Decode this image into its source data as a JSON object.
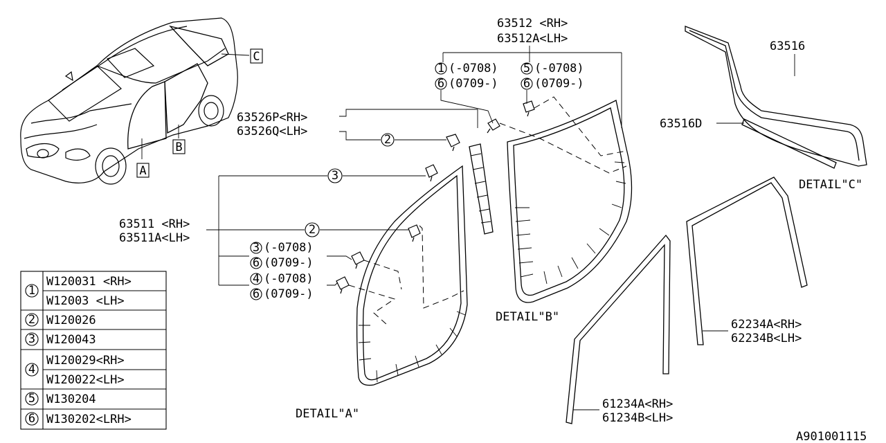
{
  "overview": {
    "markers": [
      "A",
      "B",
      "C"
    ]
  },
  "detail_b": {
    "part_line1": "63512 <RH>",
    "part_line2": "63512A<LH>",
    "clip_1_code": "1",
    "clip_1_range": "(-0708)",
    "clip_5_code": "5",
    "clip_5_range": "(-0708)",
    "clip_6a_code": "6",
    "clip_6a_range": "(0709-)",
    "clip_6b_code": "6",
    "clip_6b_range": "(0709-)",
    "caption": "DETAIL\"B\""
  },
  "pillar": {
    "part_line1": "63526P<RH>",
    "part_line2": "63526Q<LH>",
    "clip_code": "2"
  },
  "detail_a": {
    "part_line1": "63511 <RH>",
    "part_line2": "63511A<LH>",
    "clip_3_code": "3",
    "clip_2_code": "2",
    "clip_3b_code": "3",
    "clip_3b_range": "(-0708)",
    "clip_6a_code": "6",
    "clip_6a_range": "(0709-)",
    "clip_4_code": "4",
    "clip_4_range": "(-0708)",
    "clip_6b_code": "6",
    "clip_6b_range": "(0709-)",
    "caption": "DETAIL\"A\""
  },
  "detail_c": {
    "part_main": "63516",
    "part_sub": "63516D",
    "caption": "DETAIL\"C\""
  },
  "rear_channel": {
    "part_line1": "62234A<RH>",
    "part_line2": "62234B<LH>"
  },
  "front_channel": {
    "part_line1": "61234A<RH>",
    "part_line2": "61234B<LH>"
  },
  "legend": [
    {
      "code": "1",
      "rows": [
        "W120031 <RH>",
        "W12003  <LH>"
      ]
    },
    {
      "code": "2",
      "rows": [
        "W120026"
      ]
    },
    {
      "code": "3",
      "rows": [
        "W120043"
      ]
    },
    {
      "code": "4",
      "rows": [
        "W120029<RH>",
        "W120022<LH>"
      ]
    },
    {
      "code": "5",
      "rows": [
        "W130204"
      ]
    },
    {
      "code": "6",
      "rows": [
        "W130202<LRH>"
      ]
    }
  ],
  "diagram_id": "A901001115"
}
